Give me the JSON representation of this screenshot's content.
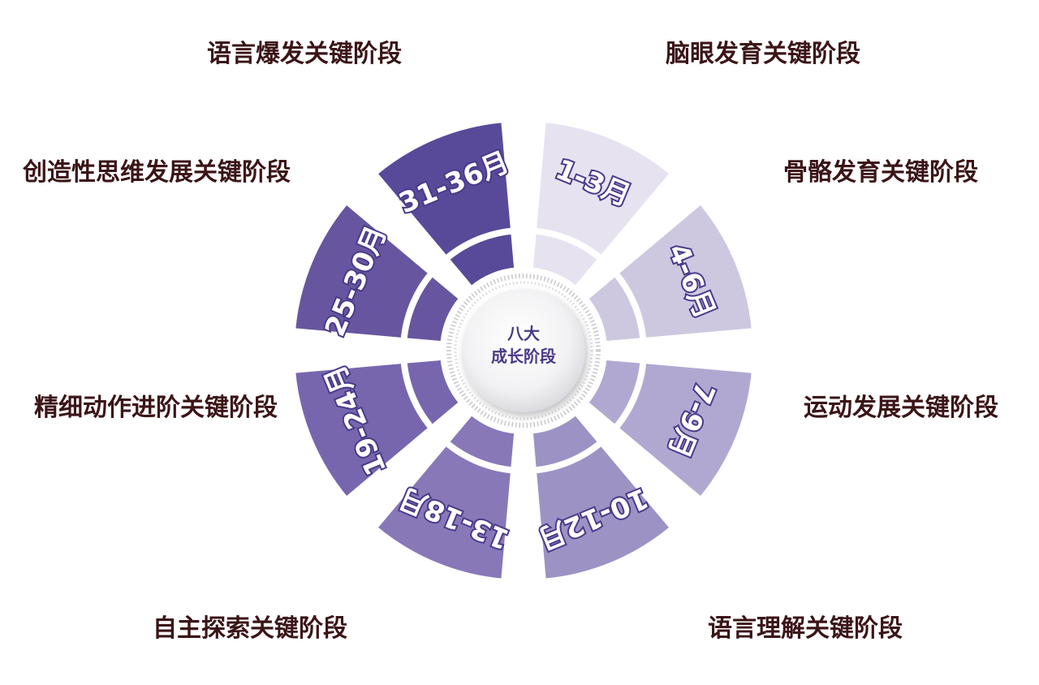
{
  "center": {
    "line1": "八大",
    "line2": "成长阶段"
  },
  "segments": [
    {
      "label": "1-3月",
      "color": "#e6e2f0"
    },
    {
      "label": "4-6月",
      "color": "#cdc8e0"
    },
    {
      "label": "7-9月",
      "color": "#b1a8d2"
    },
    {
      "label": "10-12月",
      "color": "#9c92c4"
    },
    {
      "label": "13-18月",
      "color": "#8878b8"
    },
    {
      "label": "19-24月",
      "color": "#7766ae"
    },
    {
      "label": "25-30月",
      "color": "#67569f"
    },
    {
      "label": "31-36月",
      "color": "#584a99"
    }
  ],
  "stage_labels": {
    "top_left": "语言爆发关键阶段",
    "top_right": "脑眼发育关键阶段",
    "upper_left": "创造性思维发展关键阶段",
    "upper_right": "骨骼发育关键阶段",
    "lower_left": "精细动作进阶关键阶段",
    "lower_right": "运动发展关键阶段",
    "bottom_left": "自主探索关键阶段",
    "bottom_right": "语言理解关键阶段"
  }
}
